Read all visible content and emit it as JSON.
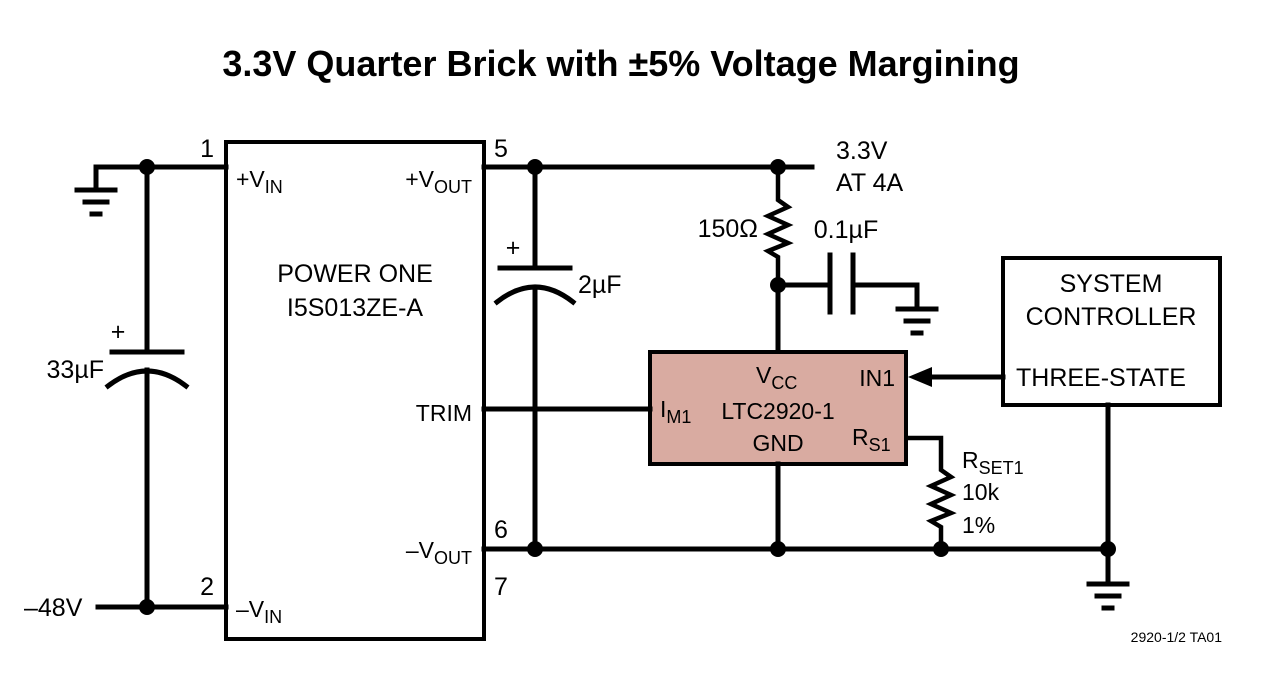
{
  "title": "3.3V Quarter Brick with ±5% Voltage Margining",
  "figure_ref": "2920-1/2 TA01",
  "colors": {
    "chip_fill": "#d9aba1",
    "line": "#000000"
  },
  "brick": {
    "name_line1": "POWER ONE",
    "name_line2": "I5S013ZE-A",
    "vin_plus": {
      "main": "+V",
      "sub": "IN"
    },
    "vin_minus": {
      "main": "–V",
      "sub": "IN"
    },
    "vout_plus": {
      "main": "+V",
      "sub": "OUT"
    },
    "vout_minus": {
      "main": "–V",
      "sub": "OUT"
    },
    "trim": "TRIM",
    "pins": {
      "p1": "1",
      "p2": "2",
      "p5": "5",
      "p6": "6",
      "p7": "7"
    }
  },
  "chip": {
    "name": "LTC2920-1",
    "vcc": {
      "main": "V",
      "sub": "CC"
    },
    "gnd": "GND",
    "in1": "IN1",
    "im1": {
      "main": "I",
      "sub": "M1"
    },
    "rs1": {
      "main": "R",
      "sub": "S1"
    }
  },
  "controller": {
    "line1": "SYSTEM",
    "line2": "CONTROLLER",
    "output": "THREE-STATE"
  },
  "components": {
    "c_in": "33µF",
    "c_out": "2µF",
    "c_bypass": "0.1µF",
    "r_vcc": "150Ω",
    "r_set": {
      "main": "R",
      "sub": "SET1",
      "value": "10k",
      "tol": "1%"
    },
    "plus_sign": "+"
  },
  "nets": {
    "input_neg": "–48V",
    "output_v": "3.3V",
    "output_i": "AT 4A"
  }
}
